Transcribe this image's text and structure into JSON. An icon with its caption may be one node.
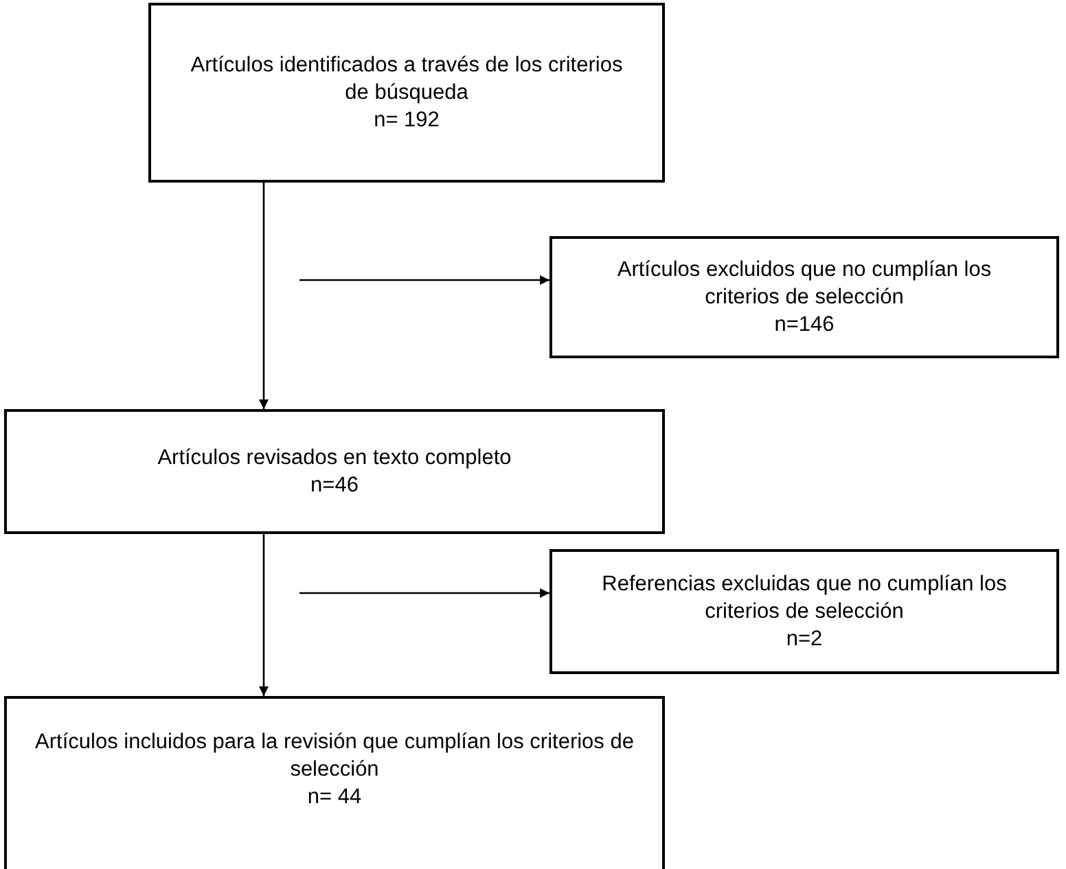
{
  "diagram": {
    "nodes": [
      {
        "text": [
          "Artículos identificados a través de los criterios de búsqueda",
          "n= 192"
        ]
      },
      {
        "text": [
          "Artículos excluidos que no cumplían los criterios de selección",
          "n=146"
        ]
      },
      {
        "text": [
          "Artículos revisados en texto completo",
          "n=46"
        ]
      },
      {
        "text": [
          "Referencias excluidas que no cumplían los criterios de selección",
          "n=2"
        ]
      },
      {
        "text": [
          "Artículos incluidos para la revisión que cumplían los criterios de selección",
          "n= 44"
        ]
      }
    ],
    "edges": [
      {
        "from": 0,
        "to": 2,
        "arrow": "to"
      },
      {
        "from": null,
        "to": 1,
        "arrow": "to"
      },
      {
        "from": 2,
        "to": 4,
        "arrow": "to"
      },
      {
        "from": null,
        "to": 3,
        "arrow": "to"
      }
    ]
  }
}
